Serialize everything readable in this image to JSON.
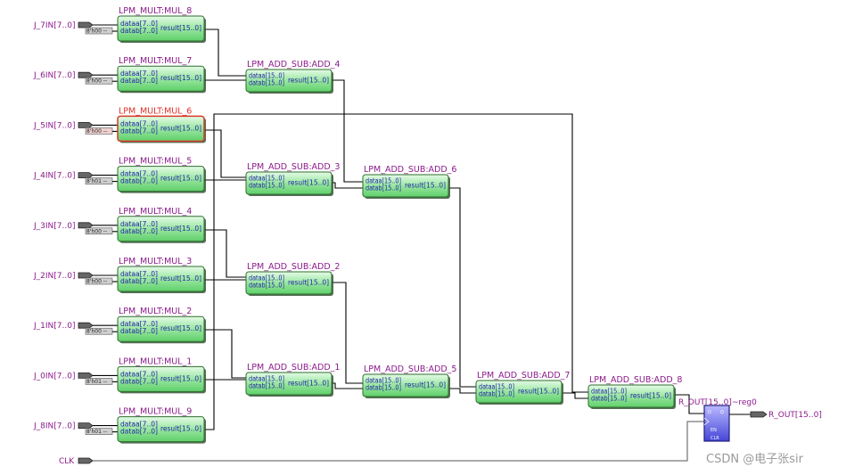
{
  "inputs": [
    {
      "name": "J_7IN[7..0]",
      "const": "8'h00 --"
    },
    {
      "name": "J_6IN[7..0]",
      "const": "8'h00 --"
    },
    {
      "name": "J_5IN[7..0]",
      "const": "8'h00 --"
    },
    {
      "name": "J_4IN[7..0]",
      "const": "8'h01 --"
    },
    {
      "name": "J_3IN[7..0]",
      "const": "8'h00 --"
    },
    {
      "name": "J_2IN[7..0]",
      "const": "8'h00 --"
    },
    {
      "name": "J_1IN[7..0]",
      "const": "8'h00 --"
    },
    {
      "name": "J_0IN[7..0]",
      "const": "8'h01 --"
    },
    {
      "name": "J_8IN[7..0]",
      "const": "8'h01 --"
    }
  ],
  "mult_blocks": [
    {
      "title": "LPM_MULT:MUL_8",
      "in_a": "dataa[7..0]",
      "in_b": "datab[7..0]",
      "out": "result[15..0]",
      "highlight": false
    },
    {
      "title": "LPM_MULT:MUL_7",
      "in_a": "dataa[7..0]",
      "in_b": "datab[7..0]",
      "out": "result[15..0]",
      "highlight": false
    },
    {
      "title": "LPM_MULT:MUL_6",
      "in_a": "dataa[7..0]",
      "in_b": "datab[7..0]",
      "out": "result[15..0]",
      "highlight": true
    },
    {
      "title": "LPM_MULT:MUL_5",
      "in_a": "dataa[7..0]",
      "in_b": "datab[7..0]",
      "out": "result[15..0]",
      "highlight": false
    },
    {
      "title": "LPM_MULT:MUL_4",
      "in_a": "dataa[7..0]",
      "in_b": "datab[7..0]",
      "out": "result[15..0]",
      "highlight": false
    },
    {
      "title": "LPM_MULT:MUL_3",
      "in_a": "dataa[7..0]",
      "in_b": "datab[7..0]",
      "out": "result[15..0]",
      "highlight": false
    },
    {
      "title": "LPM_MULT:MUL_2",
      "in_a": "dataa[7..0]",
      "in_b": "datab[7..0]",
      "out": "result[15..0]",
      "highlight": false
    },
    {
      "title": "LPM_MULT:MUL_1",
      "in_a": "dataa[7..0]",
      "in_b": "datab[7..0]",
      "out": "result[15..0]",
      "highlight": false
    },
    {
      "title": "LPM_MULT:MUL_9",
      "in_a": "dataa[7..0]",
      "in_b": "datab[7..0]",
      "out": "result[15..0]",
      "highlight": false
    }
  ],
  "add_blocks": [
    {
      "id": "add4",
      "title": "LPM_ADD_SUB:ADD_4",
      "in_a": "dataa[15..0]",
      "in_b": "datab[15..0]",
      "out": "result[15..0]"
    },
    {
      "id": "add3",
      "title": "LPM_ADD_SUB:ADD_3",
      "in_a": "dataa[15..0]",
      "in_b": "datab[15..0]",
      "out": "result[15..0]"
    },
    {
      "id": "add2",
      "title": "LPM_ADD_SUB:ADD_2",
      "in_a": "dataa[15..0]",
      "in_b": "datab[15..0]",
      "out": "result[15..0]"
    },
    {
      "id": "add1",
      "title": "LPM_ADD_SUB:ADD_1",
      "in_a": "dataa[15..0]",
      "in_b": "datab[15..0]",
      "out": "result[15..0]"
    },
    {
      "id": "add6",
      "title": "LPM_ADD_SUB:ADD_6",
      "in_a": "dataa[15..0]",
      "in_b": "datab[15..0]",
      "out": "result[15..0]"
    },
    {
      "id": "add5",
      "title": "LPM_ADD_SUB:ADD_5",
      "in_a": "dataa[15..0]",
      "in_b": "datab[15..0]",
      "out": "result[15..0]"
    },
    {
      "id": "add7",
      "title": "LPM_ADD_SUB:ADD_7",
      "in_a": "dataa[15..0]",
      "in_b": "datab[15..0]",
      "out": "result[15..0]"
    },
    {
      "id": "add8",
      "title": "LPM_ADD_SUB:ADD_8",
      "in_a": "dataa[15..0]",
      "in_b": "datab[15..0]",
      "out": "result[15..0]"
    }
  ],
  "register": {
    "title": "R_OUT[15..0]~reg0",
    "pin_d": "D",
    "pin_q": "Q",
    "pin_en": "EN",
    "pin_clr": "CLR"
  },
  "output": {
    "name": "R_OUT[15..0]"
  },
  "clock": {
    "name": "CLK"
  },
  "watermark": "CSDN @电子张sir",
  "colors": {
    "block_fill": "#7ee08a",
    "block_border": "#2e6e2e",
    "highlight_border": "#d83a2a",
    "register_fill": "#5a5ae0",
    "title_text": "#8b1a8b",
    "port_text": "#2323a8"
  }
}
